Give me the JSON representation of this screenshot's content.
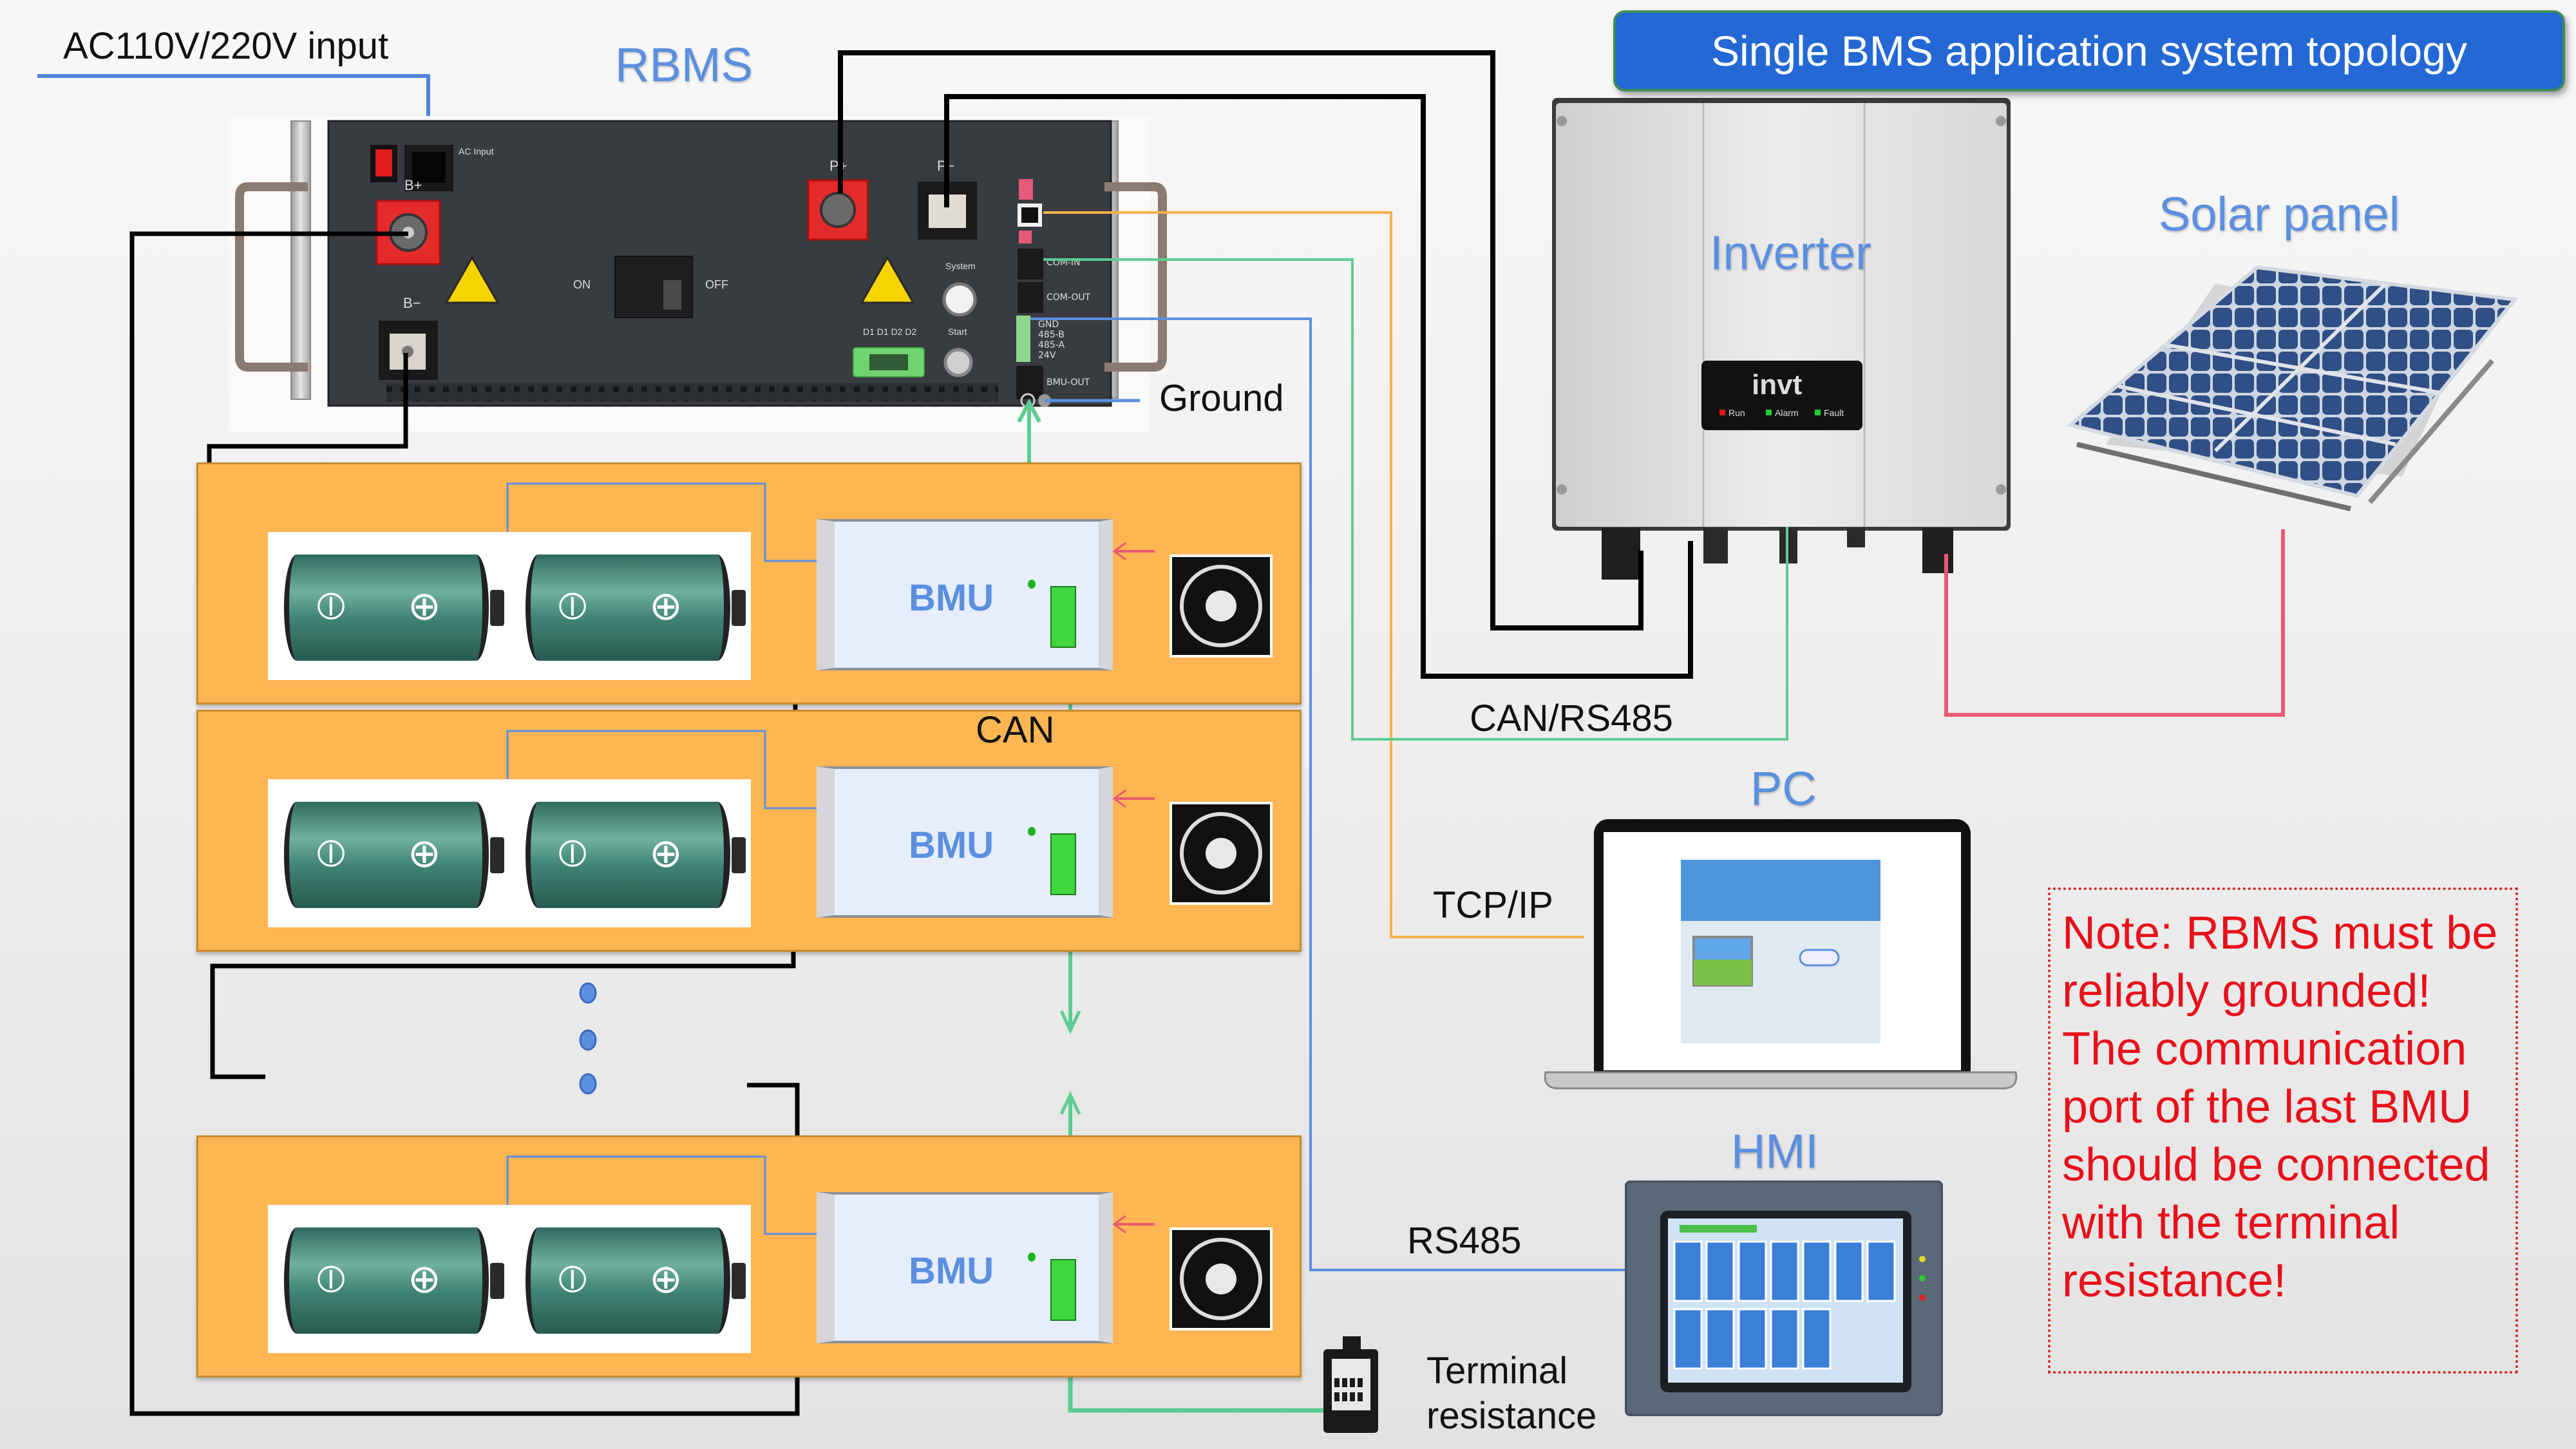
{
  "title": "Single BMS application system topology",
  "labels": {
    "ac_input": "AC110V/220V input",
    "rbms": "RBMS",
    "inverter": "Inverter",
    "solar_panel": "Solar panel",
    "ground": "Ground",
    "can": "CAN",
    "can_rs485": "CAN/RS485",
    "tcp_ip": "TCP/IP",
    "rs485": "RS485",
    "pc": "PC",
    "hmi": "HMI",
    "terminal_resistance_line1": "Terminal",
    "terminal_resistance_line2": "resistance"
  },
  "rbms_panel": {
    "ac_input_label": "AC Input",
    "b_plus": "B+",
    "b_minus": "B−",
    "p_plus": "P+",
    "p_minus": "P−",
    "switch_on": "ON",
    "switch_off": "OFF",
    "system_button": "System",
    "start_button": "Start",
    "dio_label": "D1 D1 D2 D2",
    "port_com_in": "COM-IN",
    "port_com_out": "COM-OUT",
    "port_bmu_out": "BMU-OUT",
    "terminal_pins": [
      "GND",
      "485-B",
      "485-A",
      "24V"
    ]
  },
  "inverter_panel": {
    "brand": "invt",
    "indicators": [
      {
        "label": "Run",
        "color": "#e01818"
      },
      {
        "label": "Alarm",
        "color": "#22cc33"
      },
      {
        "label": "Fault",
        "color": "#22cc33"
      }
    ]
  },
  "battery_packs": [
    {
      "bmu_label": "BMU",
      "cells": 2
    },
    {
      "bmu_label": "BMU",
      "cells": 2
    },
    {
      "bmu_label": "BMU",
      "cells": 2
    }
  ],
  "ellipsis_dots": 3,
  "note": "Note: RBMS must be reliably grounded! The communication port of the last BMU should be connected with the terminal resistance!",
  "colors": {
    "banner": "#2368d4",
    "label_blue": "#5b8fe0",
    "pack_orange": "#fdb652",
    "can_green": "#5ccc92",
    "tcp_orange": "#f6b24a",
    "rs485_blue": "#5b8fe0",
    "pv_red": "#e85a70",
    "power_black": "#000000",
    "note_red": "#e8101a"
  }
}
